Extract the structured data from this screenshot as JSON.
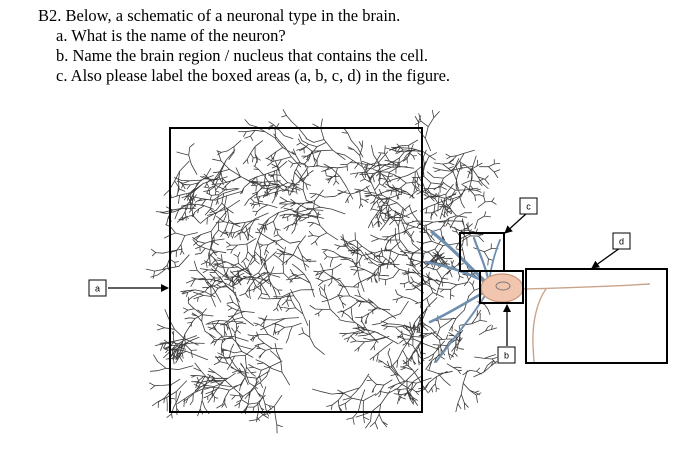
{
  "question": {
    "title": "B2. Below, a schematic of a neuronal type in the brain.",
    "items": [
      "a. What is the name of the neuron?",
      "b. Name the brain region / nucleus that contains the cell.",
      "c. Also please label the boxed areas (a, b, c, d) in the figure."
    ]
  },
  "figure": {
    "labels": {
      "a": "a",
      "b": "b",
      "c": "c",
      "d": "d"
    },
    "colors": {
      "dendrite": "#3c3c3c",
      "axon_trunk": "#6f8fb0",
      "soma_fill": "#f2c6ae",
      "soma_stroke": "#c9957a",
      "axon_fiber": "#c9a48a"
    }
  }
}
